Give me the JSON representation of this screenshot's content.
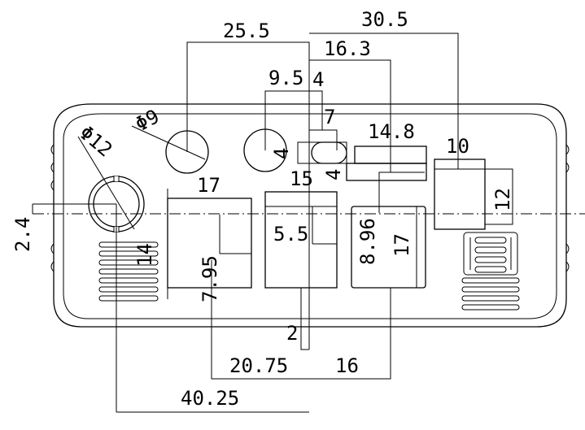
{
  "labels": {
    "d25_5": "25.5",
    "d30_5": "30.5",
    "d16_3": "16.3",
    "d9_5": "9.5",
    "d4_top": "4",
    "d7": "7",
    "d14_8": "14.8",
    "d10": "10",
    "d4_left": "4",
    "d4_right": "4",
    "d15": "15",
    "d17_top": "17",
    "d12": "12",
    "d2_4": "2.4",
    "d14": "14",
    "d5_5": "5.5",
    "d8_96": "8.96",
    "d17_side": "17",
    "d7_95": "7.95",
    "d2": "2",
    "d20_75": "20.75",
    "d16": "16",
    "d40_25": "40.25",
    "phi9": "Φ9",
    "phi12": "Φ12"
  }
}
